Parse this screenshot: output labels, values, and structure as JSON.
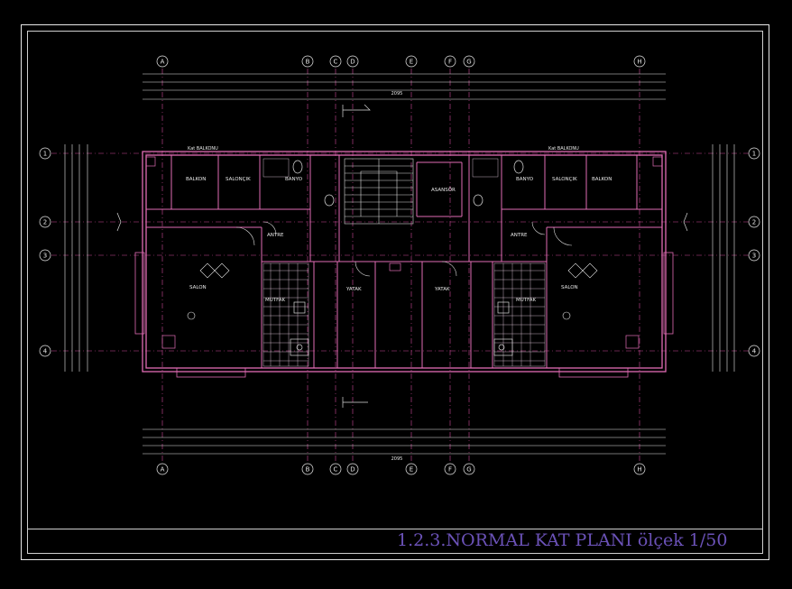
{
  "title": "1.2.3.NORMAL KAT PLANI ölçek 1/50",
  "colors": {
    "background": "#000000",
    "wall": "#e06cb4",
    "line": "#d9d9d9",
    "dim": "#e8e8e8",
    "axis": "#cc4a9a",
    "title": "#6b52b8",
    "hatch": "#f2d7ec"
  },
  "axes": {
    "columns": [
      "A",
      "B",
      "C",
      "D",
      "E",
      "F",
      "G",
      "H"
    ],
    "rows": [
      "1",
      "2",
      "3",
      "4"
    ]
  },
  "rooms": [
    "BALKON",
    "SALONÇIK",
    "BANYO",
    "ANTRE",
    "SALON",
    "MUTFAK",
    "YATAK",
    "ASANSÖR",
    "YATAK",
    "MUTFAK",
    "SALON",
    "ANTRE",
    "BANYO",
    "SALONÇIK",
    "BALKON"
  ],
  "labels": {
    "top_balcony_left": "Kat BALKONU",
    "top_balcony_right": "Kat BALKONU"
  },
  "dimensions": {
    "top_total": "2095",
    "bottom_total": "2095"
  }
}
